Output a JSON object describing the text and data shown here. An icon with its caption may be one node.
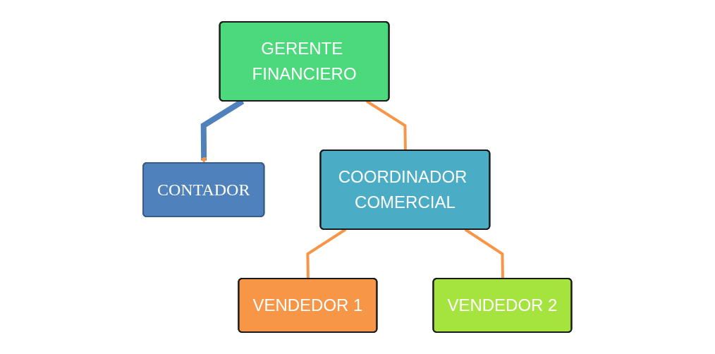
{
  "diagram": {
    "nodes": [
      {
        "text": [
          "GERENTE FINANCIERO"
        ]
      },
      {
        "text": [
          "CONTADOR"
        ]
      },
      {
        "text": [
          "COORDINADOR COMERCIAL"
        ]
      },
      {
        "text": [
          "VENDEDOR 1"
        ]
      },
      {
        "text": [
          "VENDEDOR 2"
        ]
      }
    ],
    "edges": [
      {
        "from": 0,
        "to": 1,
        "arrow": "to",
        "style": "thick",
        "color": "#4f81bd"
      },
      {
        "from": 0,
        "to": 2,
        "arrow": "none"
      },
      {
        "from": 2,
        "to": 3,
        "arrow": "none"
      },
      {
        "from": 2,
        "to": 4,
        "arrow": "none"
      }
    ]
  }
}
